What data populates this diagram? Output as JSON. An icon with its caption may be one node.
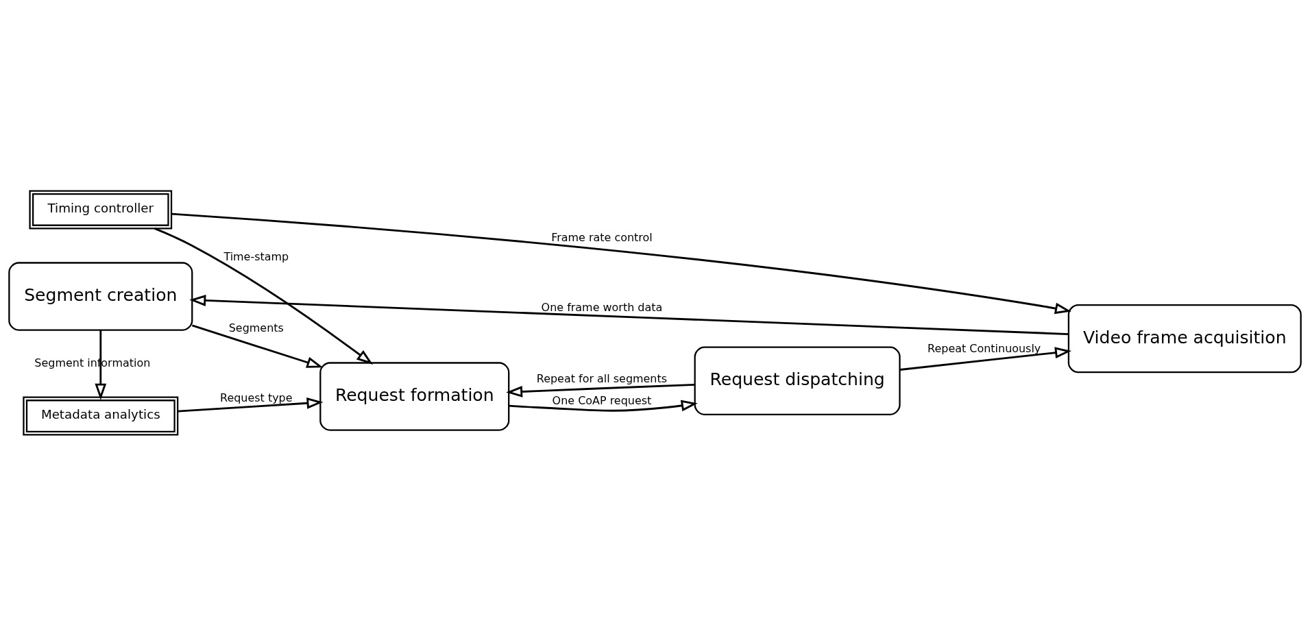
{
  "diagram": {
    "nodes": [
      {
        "text": [
          "Timing controller"
        ]
      },
      {
        "text": [
          "Metadata analytics"
        ]
      },
      {
        "text": [
          "Video frame acquisition"
        ]
      },
      {
        "text": [
          "Segment creation"
        ]
      },
      {
        "text": [
          "Request formation"
        ]
      },
      {
        "text": [
          "Request dispatching"
        ]
      }
    ],
    "edges": [
      {
        "from": 0,
        "to": 2,
        "arrow": "to",
        "label": "Frame rate control"
      },
      {
        "from": 0,
        "to": 4,
        "arrow": "to",
        "label": "Time-stamp"
      },
      {
        "from": 3,
        "to": 1,
        "arrow": "to",
        "label": "Segment information"
      },
      {
        "from": 1,
        "to": 4,
        "arrow": "to",
        "label": "Request type"
      },
      {
        "from": 2,
        "to": 3,
        "arrow": "to",
        "label": "One frame worth data"
      },
      {
        "from": 3,
        "to": 4,
        "arrow": "to",
        "label": "Segments"
      },
      {
        "from": 4,
        "to": 5,
        "arrow": "to",
        "label": "One CoAP request"
      },
      {
        "from": 5,
        "to": 4,
        "arrow": "to",
        "label": "Repeat for all segments"
      },
      {
        "from": 5,
        "to": 2,
        "arrow": "to",
        "label": "Repeat Continuously"
      }
    ]
  }
}
